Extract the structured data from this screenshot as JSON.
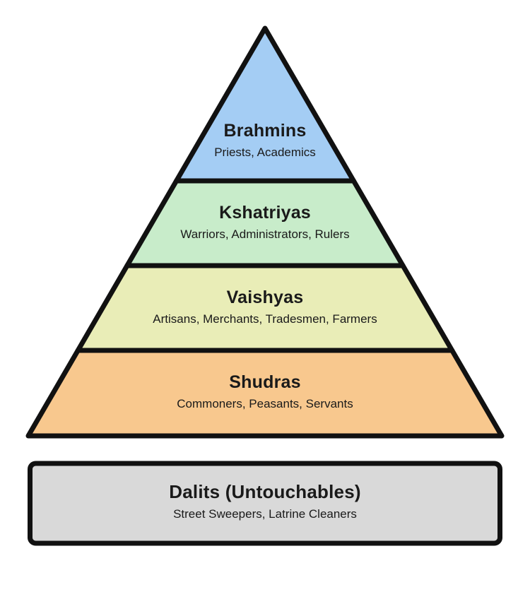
{
  "diagram": {
    "type": "pyramid",
    "subject": "caste-system-hierarchy",
    "outline_color": "#111111",
    "text_color": "#1a1a1a",
    "background_color": "#ffffff",
    "tiers": [
      {
        "name": "Brahmins",
        "description": "Priests, Academics",
        "color": "#a4cdf4"
      },
      {
        "name": "Kshatriyas",
        "description": "Warriors, Administrators, Rulers",
        "color": "#c8ecca"
      },
      {
        "name": "Vaishyas",
        "description": "Artisans, Merchants, Tradesmen, Farmers",
        "color": "#e9edb7"
      },
      {
        "name": "Shudras",
        "description": "Commoners, Peasants, Servants",
        "color": "#f8c88e"
      }
    ],
    "excluded_tier": {
      "name": "Dalits (Untouchables)",
      "description": "Street Sweepers, Latrine Cleaners",
      "color": "#d9d9d9"
    }
  }
}
